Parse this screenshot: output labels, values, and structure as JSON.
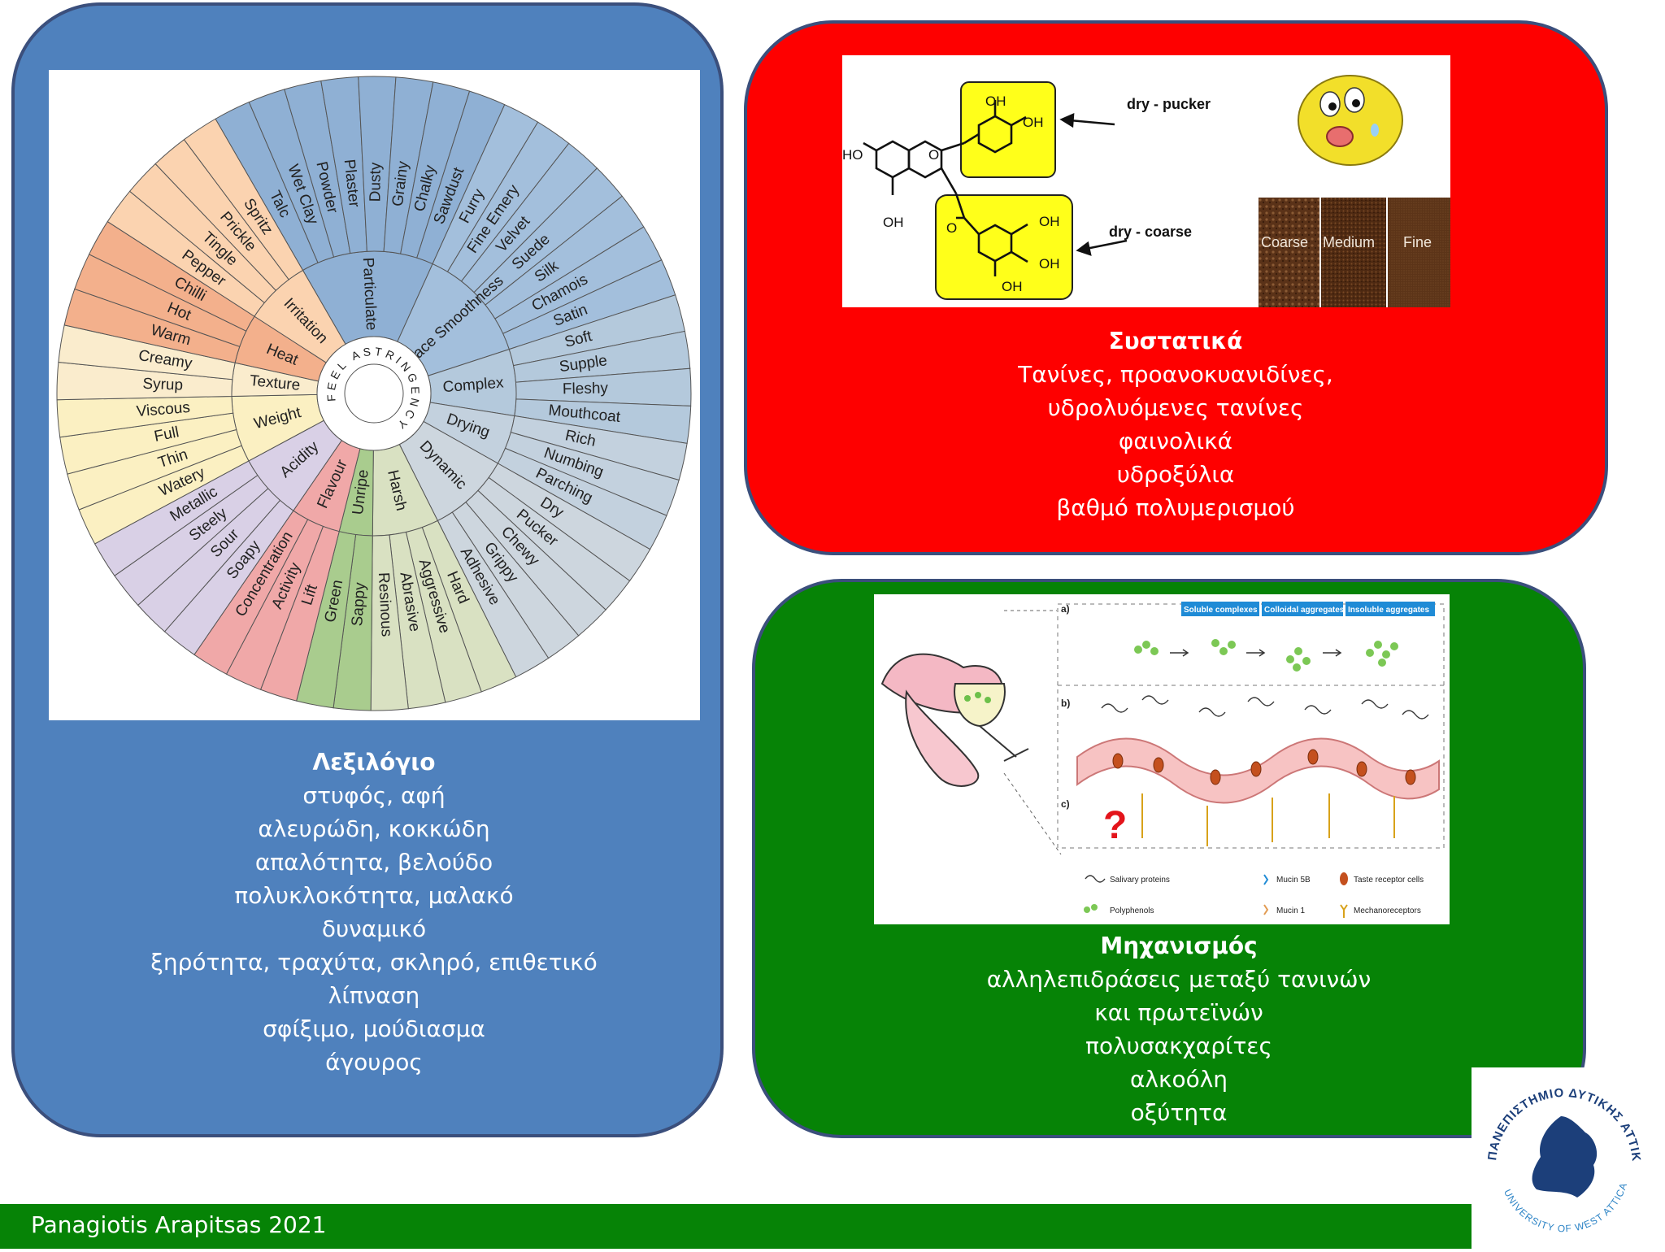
{
  "vocabulary": {
    "heading": "Λεξιλόγιο",
    "lines": [
      "στυφός, αφή",
      "αλευρώδη, κοκκώδη",
      "απαλότητα, βελούδο",
      "πολυκλοκότητα, μαλακό",
      "δυναμικό",
      "ξηρότητα, τραχύτα, σκληρό, επιθετικό",
      "λίπναση",
      "σφίξιμο, μούδιασμα",
      "άγουρος"
    ]
  },
  "ingredients": {
    "heading": "Συστατικά",
    "lines": [
      "Τανίνες, προανοκυανιδίνες,",
      "υδρολυόμενες τανίνες",
      "φαινολικά",
      "υδροξύλια",
      "βαθμό πολυμερισμού"
    ]
  },
  "mechanism": {
    "heading": "Μηχανισμός",
    "lines": [
      "αλληλεπιδράσεις μεταξύ τανινών",
      "και πρωτεϊνών",
      "πολυσακχαρίτες",
      "αλκοόλη",
      "οξύτητα"
    ]
  },
  "footer": {
    "text": "Panagiotis Arapitsas 2021"
  },
  "logo": {
    "top_text": "ΠΑΝΕΠΙΣΤΗΜΙΟ ΔΥΤΙΚΗΣ ΑΤΤΙΚΗΣ",
    "bottom_text": "UNIVERSITY OF WEST ATTICA"
  },
  "wheel": {
    "center_label": "FEEL ASTRINGENCY",
    "categories": [
      {
        "name": "Particulate",
        "color": "#8fb0d4",
        "terms": [
          "Talc",
          "Wet Clay",
          "Powder",
          "Plaster",
          "Dusty",
          "Grainy",
          "Chalky",
          "Sawdust"
        ]
      },
      {
        "name": "Surface Smoothness",
        "color": "#a3bfdc",
        "terms": [
          "Furry",
          "Fine Emery",
          "Velvet",
          "Suede",
          "Silk",
          "Chamois",
          "Satin"
        ]
      },
      {
        "name": "Complex",
        "color": "#b4c9dc",
        "terms": [
          "Soft",
          "Supple",
          "Fleshy",
          "Mouthcoat"
        ]
      },
      {
        "name": "Drying",
        "color": "#c3d1de",
        "terms": [
          "Rich",
          "Numbing",
          "Parching"
        ]
      },
      {
        "name": "Dynamic",
        "color": "#cdd6de",
        "terms": [
          "Dry",
          "Pucker",
          "Chewy",
          "Grippy",
          "Adhesive"
        ]
      },
      {
        "name": "Harsh",
        "color": "#d9e1c2",
        "terms": [
          "Hard",
          "Aggressive",
          "Abrasive",
          "Resinous"
        ]
      },
      {
        "name": "Unripe",
        "color": "#a9cc8e",
        "terms": [
          "Sappy",
          "Green"
        ]
      },
      {
        "name": "Flavour",
        "color": "#f0a8a8",
        "terms": [
          "Lift",
          "Activity",
          "Concentration"
        ]
      },
      {
        "name": "Acidity",
        "color": "#d9d0e6",
        "terms": [
          "Soapy",
          "Sour",
          "Steely",
          "Metallic"
        ]
      },
      {
        "name": "Weight",
        "color": "#fbf0c2",
        "terms": [
          "Watery",
          "Thin",
          "Full",
          "Viscous"
        ]
      },
      {
        "name": "Texture",
        "color": "#faeccd",
        "terms": [
          "Syrup",
          "Creamy"
        ]
      },
      {
        "name": "Heat",
        "color": "#f3b08c",
        "terms": [
          "Warm",
          "Hot",
          "Chilli"
        ]
      },
      {
        "name": "Irritation",
        "color": "#fbd3b0",
        "terms": [
          "Pepper",
          "Tingle",
          "Prickle",
          "Spritz"
        ]
      }
    ]
  },
  "tannin_figure": {
    "label_top": "dry - pucker",
    "label_bottom": "dry - coarse",
    "chem_labels": [
      "OH",
      "OH",
      "HO",
      "O",
      "OH",
      "O",
      "OH",
      "OH",
      "OH"
    ],
    "grain_labels": [
      "Coarse",
      "Medium",
      "Fine"
    ]
  },
  "mechanism_figure": {
    "panel_labels": [
      "a)",
      "b)",
      "c)"
    ],
    "stage_labels": [
      "Soluble complexes",
      "Colloidal aggregates",
      "Insoluble aggregates"
    ],
    "legend": [
      {
        "label": "Salivary proteins"
      },
      {
        "label": "Mucin 5B"
      },
      {
        "label": "Taste receptor cells"
      },
      {
        "label": "Polyphenols"
      },
      {
        "label": "Mucin 1"
      },
      {
        "label": "Mechanoreceptors"
      }
    ]
  }
}
